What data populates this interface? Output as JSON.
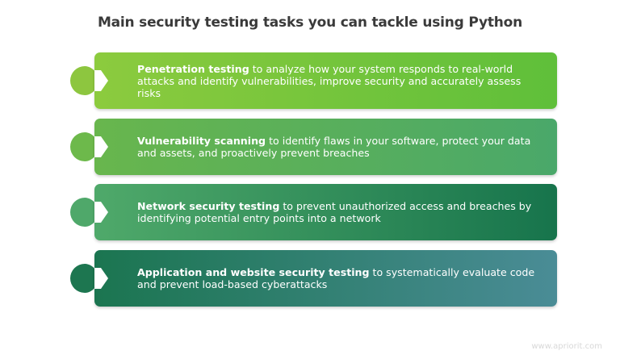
{
  "title": "Main security testing tasks you can tackle using Python",
  "items": [
    {
      "bold": "Penetration testing",
      "rest": " to analyze how your system responds to real-world attacks and identify vulnerabilities, improve security and accurately assess risks",
      "colors": {
        "start": "#8ccb3e",
        "end": "#5fbf3a",
        "drop": "#8dc63f"
      }
    },
    {
      "bold": "Vulnerability scanning",
      "rest": " to identify flaws in your software, protect your data and assets, and proactively prevent breaches",
      "colors": {
        "start": "#68b64d",
        "end": "#4aa86a",
        "drop": "#6db94b"
      }
    },
    {
      "bold": "Network security testing",
      "rest": " to prevent unauthorized access and breaches by identifying potential entry points into a network",
      "colors": {
        "start": "#4fa96a",
        "end": "#17744c",
        "drop": "#4fa86a"
      }
    },
    {
      "bold": "Application and website security testing",
      "rest": " to systematically evaluate code and prevent load-based cyberattacks",
      "colors": {
        "start": "#1b7550",
        "end": "#4a8c96",
        "drop": "#1d7650"
      }
    }
  ],
  "footer": "www.apriorit.com"
}
